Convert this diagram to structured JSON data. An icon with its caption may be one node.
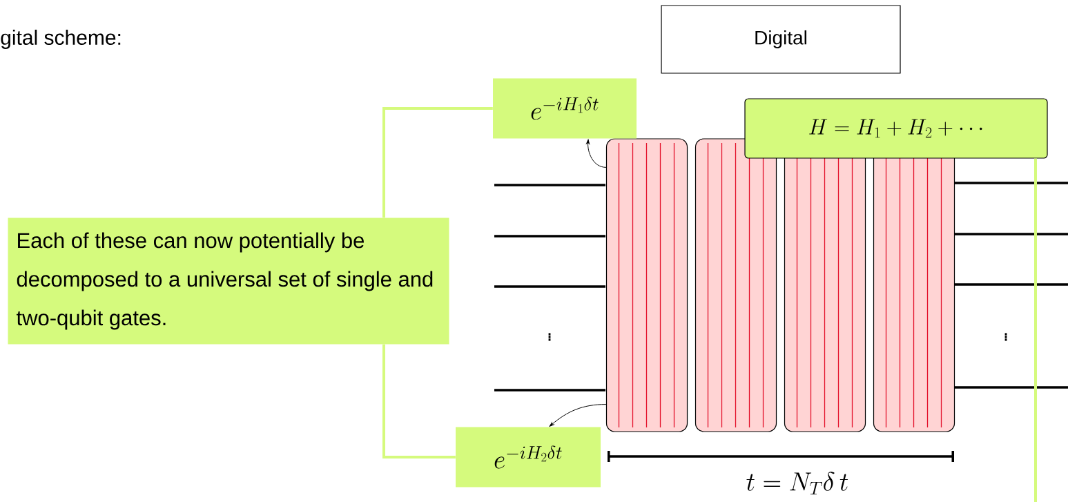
{
  "diagram": {
    "nodes": [
      {
        "text": [
          "Digital"
        ]
      },
      {
        "text": [
          "e^{-iH_1\\delta t}"
        ]
      },
      {
        "text": [
          "H = H_1 + H_2 + \\cdots"
        ]
      },
      {
        "text": [
          "Each of these can now potentially be decomposed to a universal set of single and two-qubit gates."
        ]
      },
      {
        "text": [
          "e^{-iH_2\\delta t}"
        ]
      },
      {
        "text": [],
        "shape": "box"
      },
      {
        "text": [],
        "shape": "box"
      },
      {
        "text": [],
        "shape": "box"
      },
      {
        "text": [],
        "shape": "box"
      }
    ],
    "edges": [
      {
        "from": 5,
        "to": 1,
        "arrow": "to",
        "color": "#000000"
      },
      {
        "from": 5,
        "to": 4,
        "arrow": "to",
        "color": "#000000"
      },
      {
        "from": 3,
        "to": 1,
        "arrow": "none"
      },
      {
        "from": 3,
        "to": 4,
        "arrow": "none"
      },
      {
        "from": 2,
        "to": null,
        "arrow": "none"
      }
    ],
    "labels": [
      "gital scheme:",
      "\\vdots",
      "\\vdots",
      "t = N_T\\delta\\, t"
    ]
  }
}
